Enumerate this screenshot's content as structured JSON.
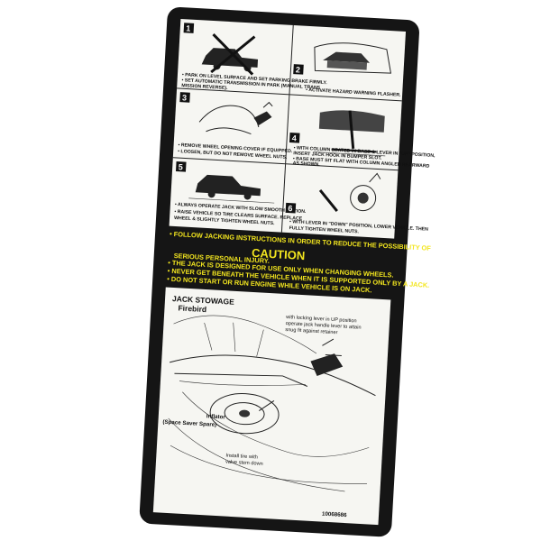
{
  "steps": [
    {
      "num": "1",
      "lines": [
        "• PARK ON LEVEL SURFACE AND SET PARKING BRAKE FIRMLY.",
        "• SET AUTOMATIC TRANSMISSION IN PARK (MANUAL TRANS",
        "MISSION REVERSE)."
      ]
    },
    {
      "num": "2",
      "lines": [
        "• ACTIVATE HAZARD WARNING FLASHER."
      ]
    },
    {
      "num": "3",
      "lines": [
        "• REMOVE WHEEL OPENING COVER IF EQUIPPED.",
        "• LOOSEN, BUT DO NOT REMOVE WHEEL NUTS."
      ]
    },
    {
      "num": "4",
      "lines": [
        "• WITH COLUMN SEATED IN BASE & LEVER IN \"UP\" POSITION,",
        "INSERT JACK HOOK IN BUMPER SLOT.",
        "• BASE MUST SIT FLAT WITH COLUMN ANGLED REARWARD",
        "AS SHOWN."
      ]
    },
    {
      "num": "5",
      "lines": [
        "• ALWAYS OPERATE JACK WITH SLOW SMOOTH MOTION.",
        "• RAISE VEHICLE SO TIRE CLEARS SURFACE. REPLACE",
        "WHEEL & SLIGHTLY TIGHTEN WHEEL NUTS."
      ]
    },
    {
      "num": "6",
      "lines": [
        "• WITH LEVER IN \"DOWN\" POSITION, LOWER VEHICLE. THEN",
        "FULLY TIGHTEN WHEEL NUTS."
      ]
    }
  ],
  "caution": {
    "title": "CAUTION",
    "lines": [
      "• FOLLOW JACKING INSTRUCTIONS IN ORDER TO REDUCE THE POSSIBILITY OF",
      "SERIOUS PERSONAL INJURY.",
      "• THE JACK IS DESIGNED FOR USE ONLY WHEN CHANGING WHEELS.",
      "• NEVER GET BENEATH THE VEHICLE WHEN IT IS SUPPORTED ONLY BY A JACK.",
      "• DO NOT START OR RUN ENGINE WHILE VEHICLE IS ON JACK."
    ]
  },
  "stowage": {
    "title": "JACK STOWAGE",
    "subtitle": "Firebird",
    "note_lines": [
      "with locking lever in UP position",
      "operate jack handle lever to attain",
      "snug fit against retainer"
    ],
    "inflator_label": "Inflator",
    "spare_label": "(Space Saver Spare)",
    "install_lines": [
      "Install tire with",
      "valve stem down"
    ],
    "part_number": "10068686"
  },
  "colors": {
    "card": "#151515",
    "panel": "#f6f6f2",
    "caution": "#f3e61f"
  }
}
